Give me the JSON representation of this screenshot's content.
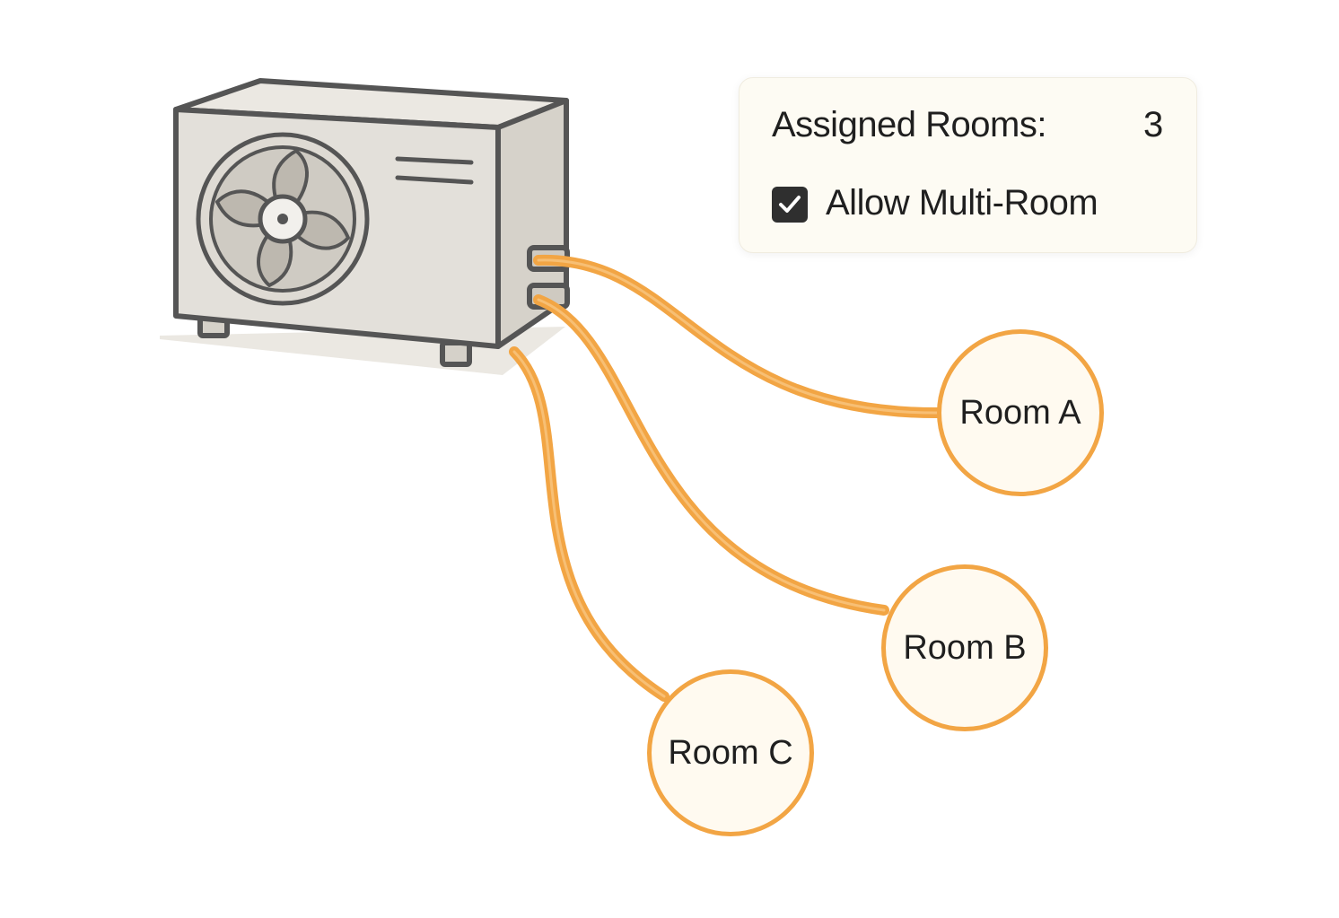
{
  "status_panel": {
    "assigned_rooms_label": "Assigned Rooms:",
    "assigned_rooms_value": "3",
    "allow_multi_room_label": "Allow Multi-Room",
    "allow_multi_room_checked": true
  },
  "rooms": [
    {
      "label": "Room A"
    },
    {
      "label": "Room B"
    },
    {
      "label": "Room C"
    }
  ],
  "colors": {
    "line_accent": "#f2a544",
    "unit_body": "#e3e0da",
    "unit_outline": "#555555",
    "room_fill": "#fffaf0",
    "panel_fill": "#fdfbf3"
  },
  "icons": {
    "outdoor_unit": "outdoor-ac-unit-icon",
    "fan": "fan-icon",
    "checkbox": "checkmark-icon"
  }
}
